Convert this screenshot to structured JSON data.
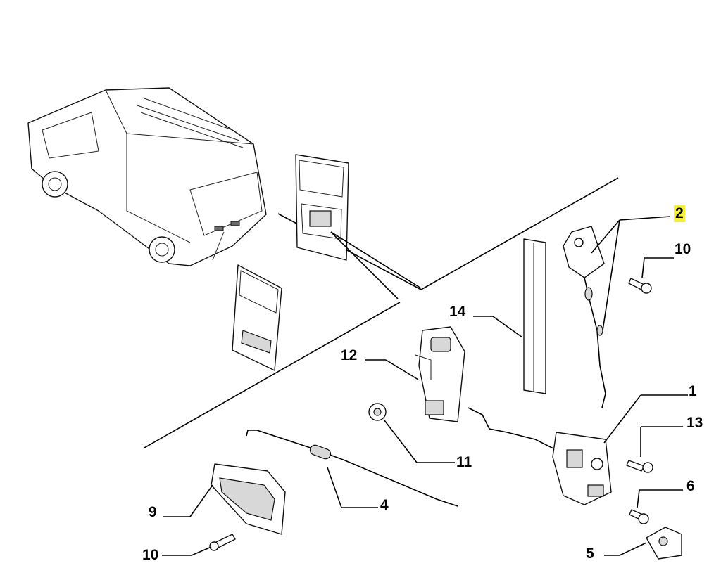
{
  "diagram": {
    "title": "Rear door lock parts diagram",
    "callouts": [
      {
        "id": "c2",
        "text": "2",
        "highlighted": true
      },
      {
        "id": "c10a",
        "text": "10"
      },
      {
        "id": "c14",
        "text": "14"
      },
      {
        "id": "c12",
        "text": "12"
      },
      {
        "id": "c1",
        "text": "1"
      },
      {
        "id": "c13",
        "text": "13"
      },
      {
        "id": "c11",
        "text": "11"
      },
      {
        "id": "c6",
        "text": "6"
      },
      {
        "id": "c4",
        "text": "4"
      },
      {
        "id": "c9",
        "text": "9"
      },
      {
        "id": "c10b",
        "text": "10"
      },
      {
        "id": "c5",
        "text": "5"
      }
    ],
    "highlight_color": "#f5ef3a"
  }
}
